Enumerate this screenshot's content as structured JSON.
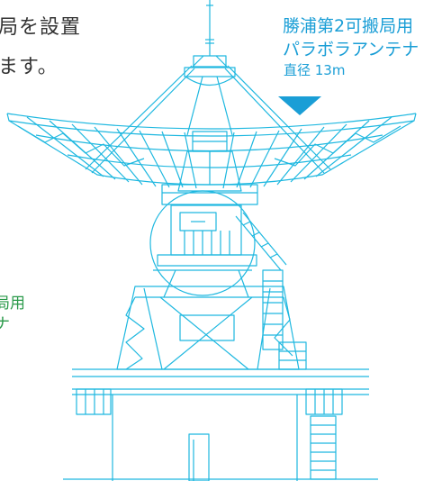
{
  "intro": {
    "line1": "局を設置",
    "line2": "ます。"
  },
  "main_caption": {
    "title_line1": "勝浦第2可搬局用",
    "title_line2": "パラボラアンテナ",
    "diameter": "直径 13m",
    "color": "#1a9ed6"
  },
  "side_caption": {
    "line1": "局用",
    "line2": "ナ",
    "color": "#2a9a4a"
  },
  "pointer": {
    "icon": "down-triangle-icon",
    "color": "#1a9ed6"
  },
  "drawing": {
    "line_color": "#1fb8e0",
    "subject": "parabolic-antenna-line-drawing"
  }
}
